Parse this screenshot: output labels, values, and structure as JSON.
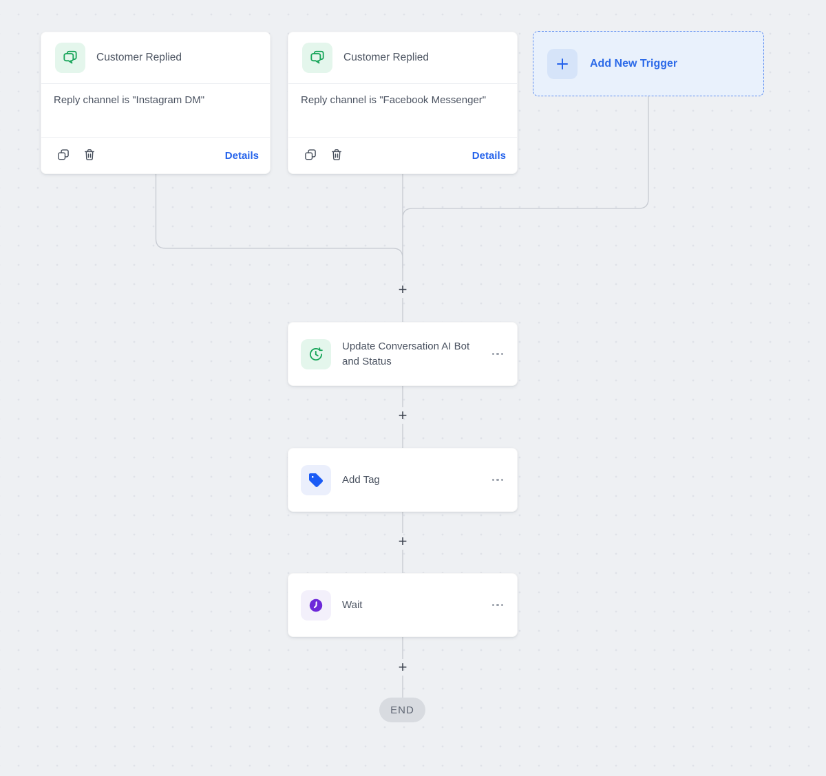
{
  "triggers": [
    {
      "title": "Customer Replied",
      "condition": "Reply channel is \"Instagram DM\"",
      "details_label": "Details",
      "icon": "chat-bubbles-icon"
    },
    {
      "title": "Customer Replied",
      "condition": "Reply channel is \"Facebook Messenger\"",
      "details_label": "Details",
      "icon": "chat-bubbles-icon"
    }
  ],
  "add_trigger": {
    "label": "Add New Trigger",
    "icon": "plus-icon"
  },
  "actions": [
    {
      "title": "Update Conversation AI Bot and Status",
      "icon": "history-clock-icon"
    },
    {
      "title": "Add Tag",
      "icon": "tag-icon"
    },
    {
      "title": "Wait",
      "icon": "clock-icon"
    }
  ],
  "end_node": {
    "label": "END"
  },
  "symbols": {
    "plus": "+"
  },
  "colors": {
    "canvas_background": "#eef0f3",
    "dot_grid": "#dfe2e8",
    "accent_blue": "#2563eb",
    "trigger_green": "#18a55a",
    "tag_blue": "#1b5bf5",
    "wait_purple": "#6d28d9",
    "connector_gray": "#c6cad1"
  }
}
